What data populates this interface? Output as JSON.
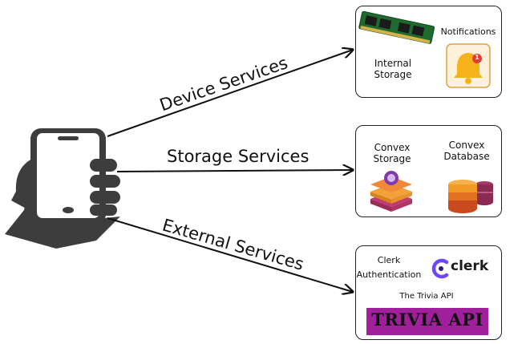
{
  "edges": {
    "device": "Device Services",
    "storage": "Storage Services",
    "external": "External Services"
  },
  "device_box": {
    "internal_storage": "Internal Storage",
    "notifications": "Notifications",
    "badge_count": "1"
  },
  "storage_box": {
    "convex_storage": "Convex Storage",
    "convex_database": "Convex Database"
  },
  "external_box": {
    "clerk_auth": "Clerk Authentication",
    "clerk_logo": "clerk",
    "trivia_caption": "The Trivia API",
    "trivia_logo": "TRIVIA API"
  },
  "colors": {
    "phone": "#3d3d3d",
    "bell_bg": "#fdf1dc",
    "bell_border": "#d9a441",
    "bell": "#f6b21b",
    "badge": "#e53935",
    "clerk_purple": "#6c47ff",
    "trivia_bg": "#a01f9a",
    "trivia_text": "#111111",
    "convex_storage": "#f08a3a",
    "convex_db_top": "#8b2b52",
    "convex_db_bottom": "#f39a26"
  }
}
